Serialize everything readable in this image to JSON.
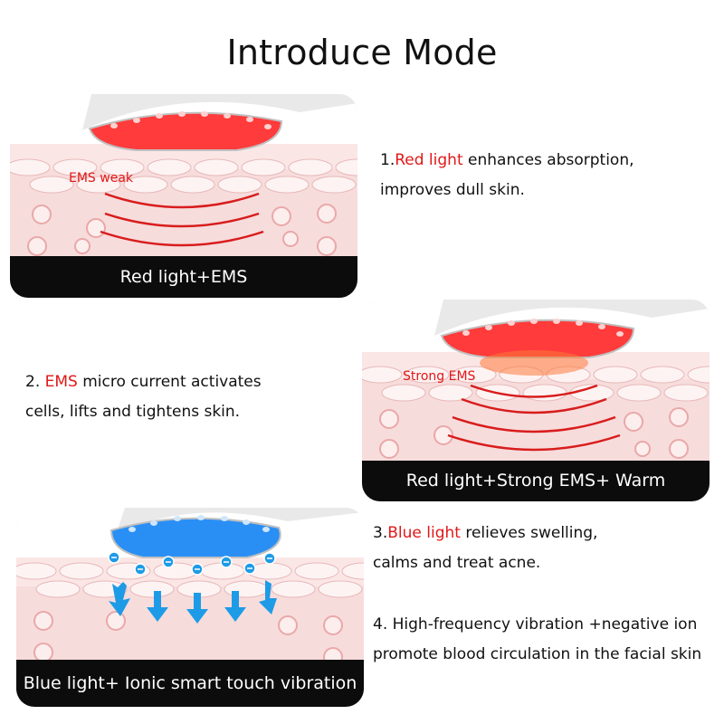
{
  "title": "Introduce Mode",
  "modes": [
    {
      "caption": "Red light+EMS",
      "skin_label": "EMS weak",
      "desc_prefix": "1.",
      "desc_highlight": "Red light",
      "desc_rest": " enhances absorption,",
      "desc_line2": "improves dull skin.",
      "light_color": "#ff2a2a"
    },
    {
      "caption": "Red light+Strong EMS+ Warm",
      "skin_label": "Strong EMS",
      "desc_prefix": "2. ",
      "desc_highlight": "EMS",
      "desc_rest": " micro current activates",
      "desc_line2": "cells, lifts and tightens skin.",
      "light_color": "#ff2a2a"
    },
    {
      "caption": "Blue light+ Ionic smart touch vibration",
      "desc_prefix": "3.",
      "desc_highlight": "Blue light",
      "desc_rest": " relieves swelling,",
      "desc_line2": "calms and treat acne.",
      "light_color": "#1e8cf0"
    }
  ],
  "extra_desc": {
    "line1": "4. High-frequency vibration +negative ion",
    "line2": "promote blood circulation in the facial skin"
  },
  "colors": {
    "highlight": "#e01818",
    "caption_bg": "#0c0c0c",
    "skin_bg": "#f7dcdc",
    "skin_cells": "#fdeeee",
    "wave": "#d91c1c",
    "ion_arrow": "#1e9be6"
  }
}
